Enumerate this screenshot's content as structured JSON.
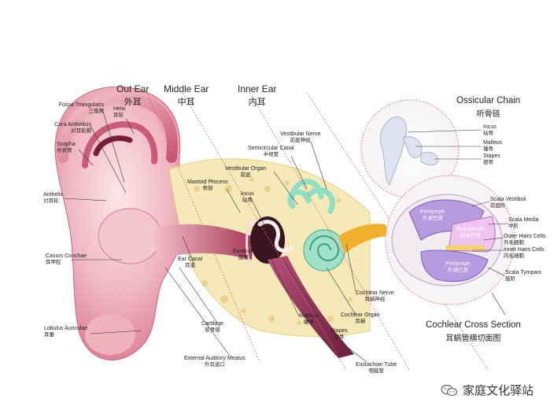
{
  "headers": {
    "out_ear": {
      "en": "Out Ear",
      "zh": "外耳"
    },
    "middle_ear": {
      "en": "Middle Ear",
      "zh": "中耳"
    },
    "inner_ear": {
      "en": "Inner Ear",
      "zh": "内耳"
    }
  },
  "labels": {
    "fossa_triangularis": {
      "en": "Fossa Triangularis",
      "zh": "三角窝"
    },
    "helix": {
      "en": "Helix",
      "zh": "耳轮"
    },
    "cura_anthelicis": {
      "en": "Cura Anthelicis",
      "zh": "对耳轮脚"
    },
    "scapha": {
      "en": "Scapha",
      "zh": "舟状窝"
    },
    "anthelix": {
      "en": "Anthelix",
      "zh": "对耳轮"
    },
    "cavum_conchae": {
      "en": "Cavum Conchae",
      "zh": "耳甲腔"
    },
    "lobulus_auriculae": {
      "en": "Lobulus Auriculae",
      "zh": "耳垂"
    },
    "ear_canal": {
      "en": "Ear Canal",
      "zh": "耳道"
    },
    "cartilage": {
      "en": "Cartilage",
      "zh": "软骨部"
    },
    "external_auditory_meatus": {
      "en": "External Auditory Meatus",
      "zh": "外耳道口"
    },
    "mastoid_process": {
      "en": "Mastoid Process",
      "zh": "骨部"
    },
    "incus_mid": {
      "en": "Incus",
      "zh": "砧骨"
    },
    "eardrum": {
      "en": "Eardrum",
      "zh": "鼓膜"
    },
    "vestibular_organ": {
      "en": "Vestibular Organ",
      "zh": "前庭"
    },
    "semicircular_canal": {
      "en": "Semicircular Canal",
      "zh": "半规管"
    },
    "vestibular_nerve": {
      "en": "Vestibular Nerve",
      "zh": "前庭神经"
    },
    "cochlear_nerve": {
      "en": "Cochlear Nerve",
      "zh": "耳蜗神经"
    },
    "cochlear_organ": {
      "en": "Cochlear Organ",
      "zh": "耳蜗"
    },
    "malleus_mid": {
      "en": "Malleus",
      "zh": "锤骨"
    },
    "stapes_mid": {
      "en": "Stapes",
      "zh": "镫骨"
    },
    "eustachian_tube": {
      "en": "Eustachian Tube",
      "zh": "咽鼓管"
    }
  },
  "ossicular": {
    "title": {
      "en": "Ossicular Chain",
      "zh": "听骨链"
    },
    "incus": {
      "en": "Incus",
      "zh": "砧骨"
    },
    "malleus": {
      "en": "Malleus",
      "zh": "锤骨"
    },
    "stapes": {
      "en": "Stapes",
      "zh": "镫骨"
    }
  },
  "cochlear_section": {
    "title": {
      "en": "Cochlear Cross Section",
      "zh": "耳蜗管横切面图"
    },
    "scala_vestibuli": {
      "en": "Scala Vestibuli",
      "zh": "前庭阶"
    },
    "scala_media": {
      "en": "Scala Media",
      "zh": "中阶"
    },
    "outer_hairs": {
      "en": "Outer Hairs Cells",
      "zh": "外毛细胞"
    },
    "inner_hairs": {
      "en": "Inner Hairs Cells",
      "zh": "内毛细胞"
    },
    "scala_tympani": {
      "en": "Scala Tympani",
      "zh": "鼓阶"
    },
    "perilymph_top": {
      "en": "Perilymph",
      "zh": "外淋巴液"
    },
    "endolymph": {
      "en": "Endolymph",
      "zh": "内淋巴液"
    },
    "perilymph_bottom": {
      "en": "Perilymph",
      "zh": "外淋巴液"
    }
  },
  "watermark": {
    "text": "家庭文化驿站",
    "icon": "wechat-icon"
  },
  "colors": {
    "ear_pink": "#e9a3b4",
    "ear_dark": "#8e2a4e",
    "bone": "#f4e6a8",
    "cochlea_green": "#7fd6b6",
    "ossicle_gold": "#f0b02c",
    "perilymph": "#b49ad8",
    "endolymph": "#e8b6e8",
    "guide_line": "#d66060"
  }
}
